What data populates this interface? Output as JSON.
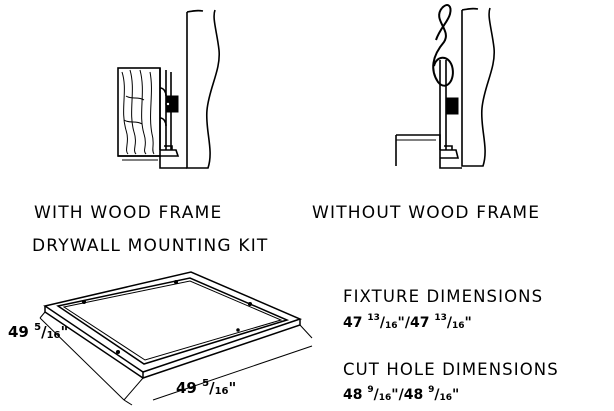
{
  "captions": {
    "with_wood_frame": "WITH WOOD FRAME",
    "without_wood_frame": "WITHOUT WOOD FRAME",
    "kit_title": "DRYWALL MOUNTING KIT"
  },
  "fixture": {
    "title": "FIXTURE DIMENSIONS",
    "whole1": "47",
    "num1": "13",
    "den1": "16",
    "whole2": "47",
    "num2": "13",
    "den2": "16"
  },
  "cut_hole": {
    "title": "CUT HOLE DIMENSIONS",
    "whole1": "48",
    "num1": "9",
    "den1": "16",
    "whole2": "48",
    "num2": "9",
    "den2": "16"
  },
  "frame_dims": {
    "left": {
      "whole": "49",
      "num": "5",
      "den": "16"
    },
    "bottom": {
      "whole": "49",
      "num": "5",
      "den": "16"
    }
  }
}
